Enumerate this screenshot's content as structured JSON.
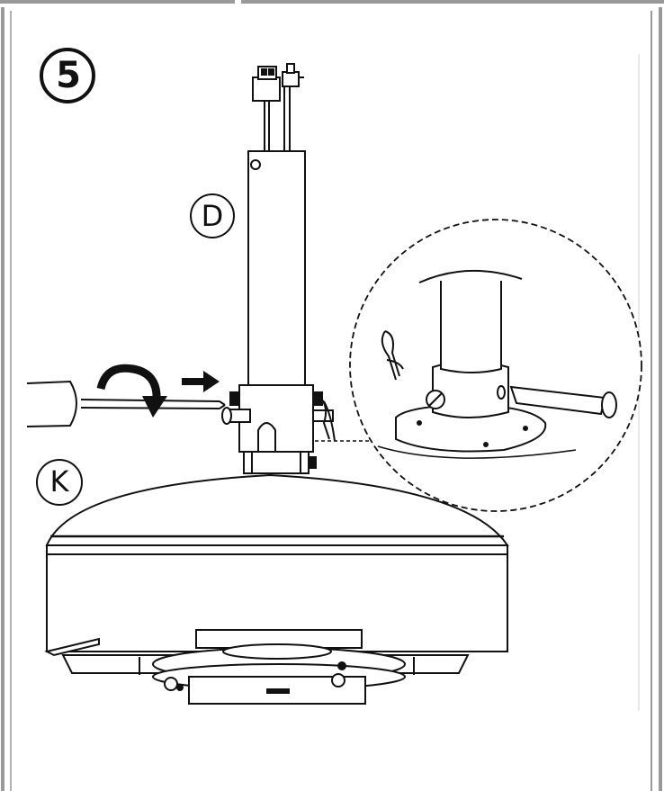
{
  "step": {
    "number": "5"
  },
  "parts": {
    "downrod_label": "D",
    "motor_housing_label": "K"
  },
  "colors": {
    "frame_border": "#9a9a9a",
    "line": "#111111",
    "paper": "#ffffff"
  },
  "icons": {
    "rotation_arrow": "curved-arrow-icon",
    "push_arrow": "right-arrow-icon",
    "clip_pin": "hairpin-clip-icon"
  }
}
